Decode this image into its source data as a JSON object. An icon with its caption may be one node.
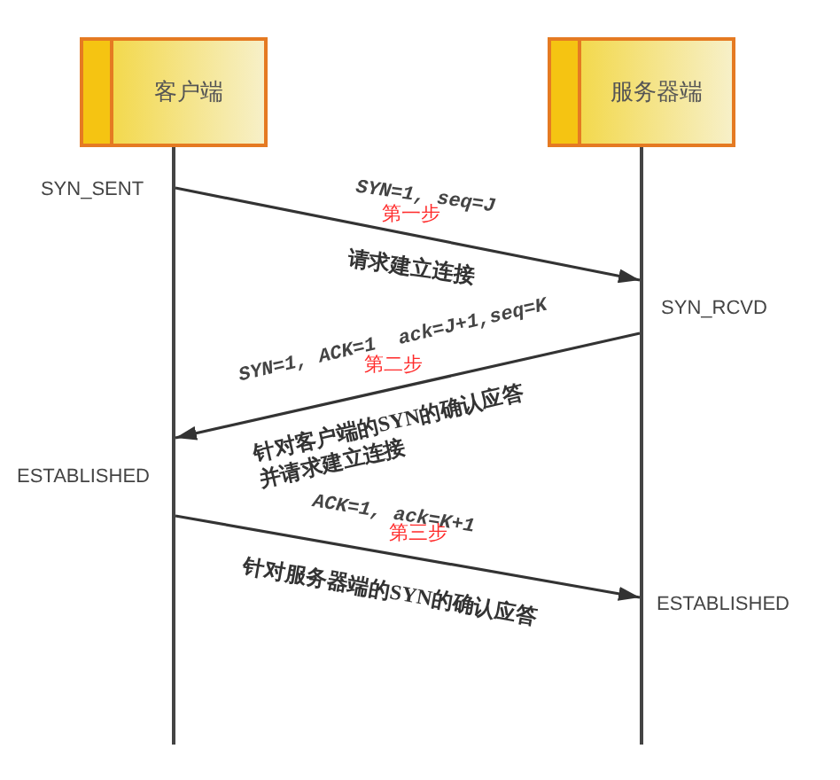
{
  "diagram": {
    "nodes": [
      {
        "text": [
          "客户端"
        ]
      },
      {
        "text": [
          "服务器端"
        ]
      },
      {
        "text": [],
        "shape": "bar"
      },
      {
        "text": [],
        "shape": "bar"
      }
    ],
    "edges": [
      {
        "from": 2,
        "to": 3,
        "arrow": "to",
        "label": "SYN=1, seq=J"
      },
      {
        "from": 3,
        "to": 2,
        "arrow": "to",
        "label": "SYN=1, ACK=1  ack=J+1,seq=K"
      },
      {
        "from": 2,
        "to": 3,
        "arrow": "to",
        "label": "ACK=1, ack=K+1"
      }
    ],
    "labels": [
      "SYN_SENT",
      "第一步",
      "请求建立连接",
      "SYN_RCVD",
      "第二步",
      "针对客户端的SYN的确认应答并请求建立连接",
      "ESTABLISHED",
      "第三步",
      "针对服务器端的SYN的确认应答",
      "ESTABLISHED"
    ]
  }
}
